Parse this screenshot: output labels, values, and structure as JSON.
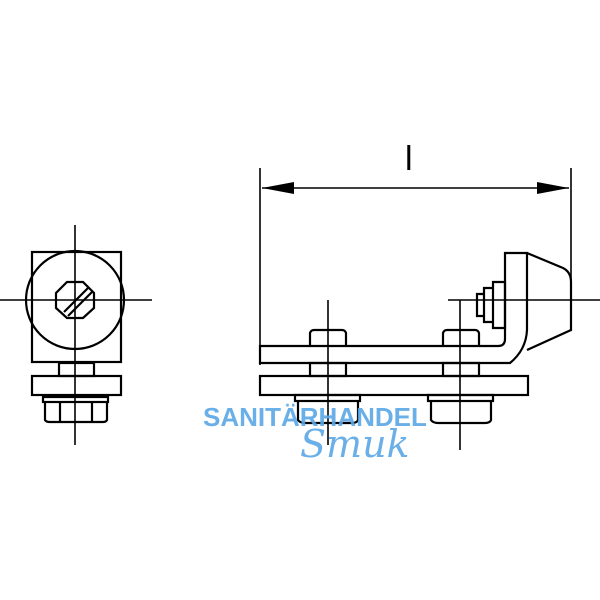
{
  "dimension": {
    "label": "l"
  },
  "watermark": {
    "line1": "SANITÄRHANDEL",
    "line2": "Smuk",
    "color": "#5aa7e6"
  },
  "stroke_color": "#000000"
}
